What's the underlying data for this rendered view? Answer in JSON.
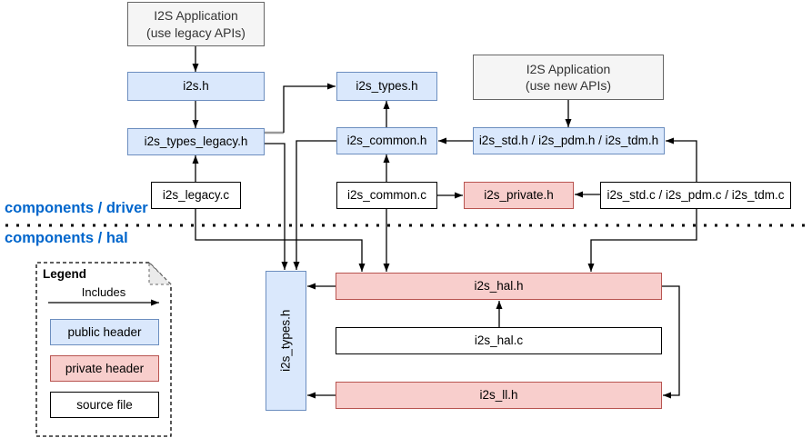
{
  "sections": {
    "driver_label": "components / driver",
    "hal_label": "components / hal"
  },
  "nodes": {
    "app_legacy": {
      "line1": "I2S Application",
      "line2": "(use legacy APIs)"
    },
    "i2s_h": {
      "label": "i2s.h"
    },
    "i2s_types_legacy_h": {
      "label": "i2s_types_legacy.h"
    },
    "i2s_legacy_c": {
      "label": "i2s_legacy.c"
    },
    "i2s_types_h": {
      "label": "i2s_types.h"
    },
    "i2s_common_h": {
      "label": "i2s_common.h"
    },
    "i2s_common_c": {
      "label": "i2s_common.c"
    },
    "app_new": {
      "line1": "I2S Application",
      "line2": "(use new APIs)"
    },
    "i2s_std_pdm_tdm_h": {
      "label": "i2s_std.h / i2s_pdm.h / i2s_tdm.h"
    },
    "i2s_private_h": {
      "label": "i2s_private.h"
    },
    "i2s_std_pdm_tdm_c": {
      "label": "i2s_std.c / i2s_pdm.c / i2s_tdm.c"
    },
    "i2s_types_h_hal": {
      "label": "i2s_types.h"
    },
    "i2s_hal_h": {
      "label": "i2s_hal.h"
    },
    "i2s_hal_c": {
      "label": "i2s_hal.c"
    },
    "i2s_ll_h": {
      "label": "i2s_ll.h"
    }
  },
  "legend": {
    "title": "Legend",
    "arrow_label": "Includes",
    "items": [
      {
        "label": "public header"
      },
      {
        "label": "private header"
      },
      {
        "label": "source file"
      }
    ]
  },
  "colors": {
    "public_header_fill": "#dae8fc",
    "public_header_border": "#6c8ebf",
    "private_header_fill": "#f8cecc",
    "private_header_border": "#b85450",
    "app_box_fill": "#f5f5f5",
    "app_box_border": "#666666",
    "section_label_text": "#0066CC",
    "connector": "#000000"
  }
}
